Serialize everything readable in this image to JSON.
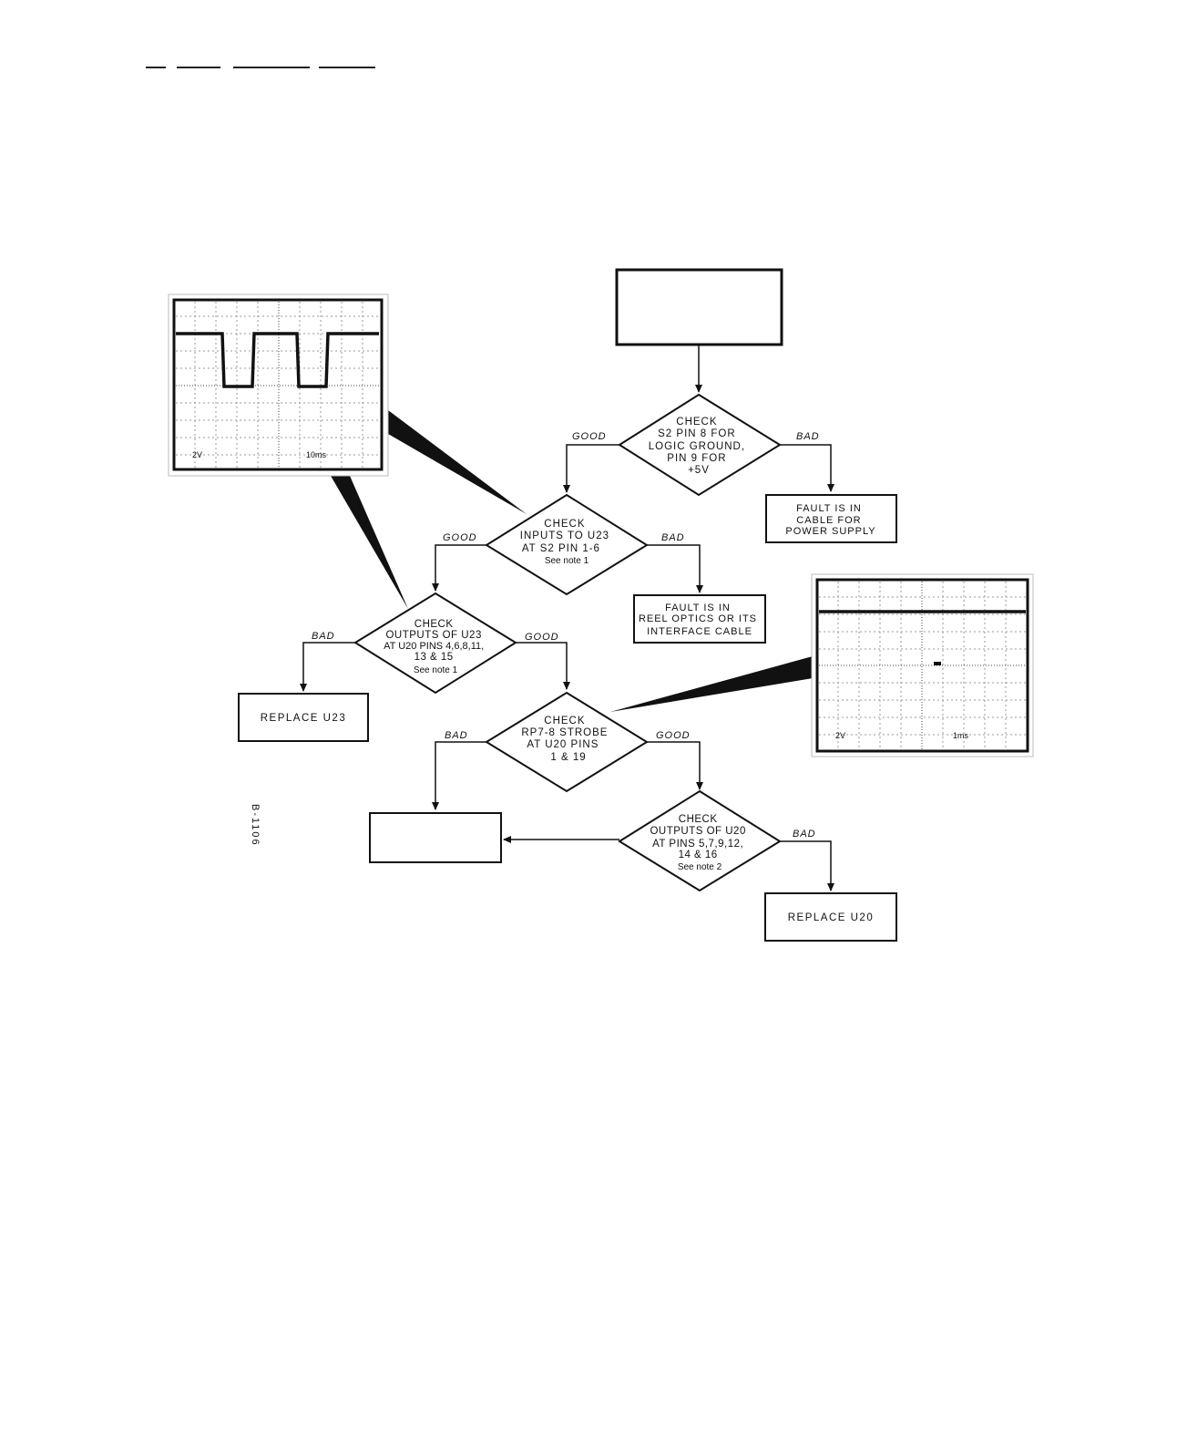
{
  "diagram_code": "B-1106",
  "nodes": {
    "start_box": {
      "lines": []
    },
    "check_s2_pin8": {
      "lines": [
        "CHECK",
        "S2 PIN 8 FOR",
        "LOGIC GROUND,",
        "PIN 9 FOR",
        "+5V"
      ]
    },
    "fault_power_cable": {
      "lines": [
        "FAULT IS IN",
        "CABLE FOR",
        "POWER SUPPLY"
      ]
    },
    "check_inputs_u23": {
      "lines": [
        "CHECK",
        "INPUTS TO U23",
        "AT S2 PIN 1-6",
        "See note 1"
      ]
    },
    "fault_reel_optics": {
      "lines": [
        "FAULT IS IN",
        "REEL OPTICS OR ITS",
        "INTERFACE CABLE"
      ]
    },
    "check_outputs_u23": {
      "lines": [
        "CHECK",
        "OUTPUTS OF U23",
        "AT U20 PINS 4,6,8,11,",
        "13 & 15",
        "See note 1"
      ]
    },
    "replace_u23": {
      "lines": [
        "REPLACE U23"
      ]
    },
    "check_strobe": {
      "lines": [
        "CHECK",
        "RP7-8  STROBE",
        "AT U20 PINS",
        "1 & 19"
      ]
    },
    "check_outputs_u20": {
      "lines": [
        "CHECK",
        "OUTPUTS OF U20",
        "AT PINS 5,7,9,12,",
        "14 & 16",
        "See note 2"
      ]
    },
    "end_box": {
      "lines": []
    },
    "replace_u20": {
      "lines": [
        "REPLACE U20"
      ]
    }
  },
  "branch_labels": {
    "s2_good": "GOOD",
    "s2_bad": "BAD",
    "inputs_good": "GOOD",
    "inputs_bad": "BAD",
    "outputs_u23_bad": "BAD",
    "outputs_u23_good": "GOOD",
    "strobe_bad": "BAD",
    "strobe_good": "GOOD",
    "outputs_u20_bad": "BAD"
  },
  "scopes": {
    "scope1": {
      "volts_div": "2V",
      "time_div": "10ms"
    },
    "scope2": {
      "volts_div": "2V",
      "time_div": "1ms"
    }
  }
}
